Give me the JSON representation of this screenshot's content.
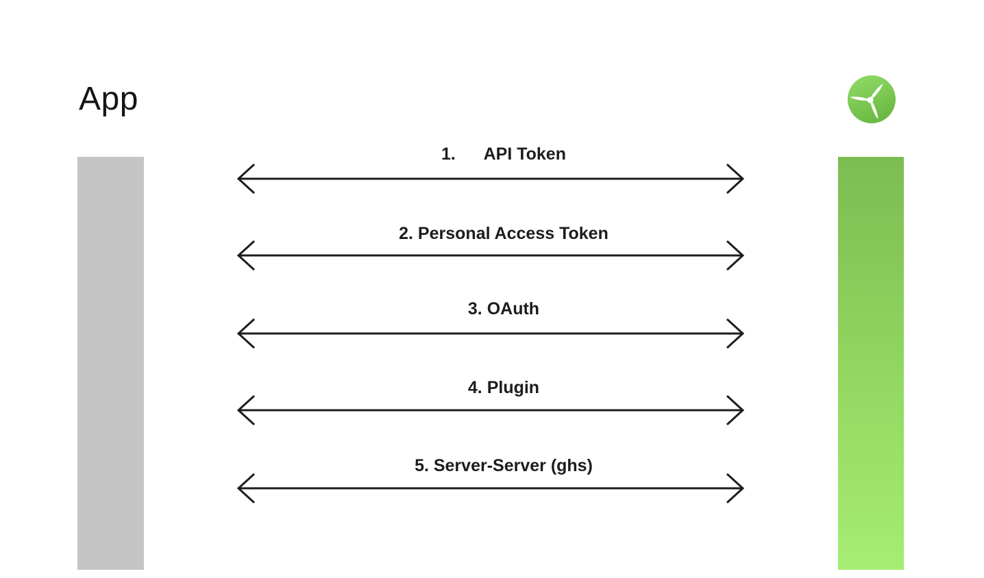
{
  "app": {
    "title": "App"
  },
  "logo": {
    "icon": "propeller-logo",
    "shape": "green circle with white three-blade propeller",
    "color_top": "#8fd862",
    "color_bottom": "#6cba45"
  },
  "bars": {
    "left": {
      "entity": "App",
      "color": "#c5c5c5"
    },
    "right": {
      "entity": "propeller-service",
      "gradient_top": "#7bbd51",
      "gradient_bottom": "#a6ed73"
    }
  },
  "arrow_style": {
    "color": "#1d1d1f",
    "type": "double-headed"
  },
  "connections": [
    {
      "label": "1.      API Token"
    },
    {
      "label": "2. Personal Access Token"
    },
    {
      "label": "3. OAuth"
    },
    {
      "label": "4. Plugin"
    },
    {
      "label": "5. Server-Server (ghs)"
    }
  ]
}
